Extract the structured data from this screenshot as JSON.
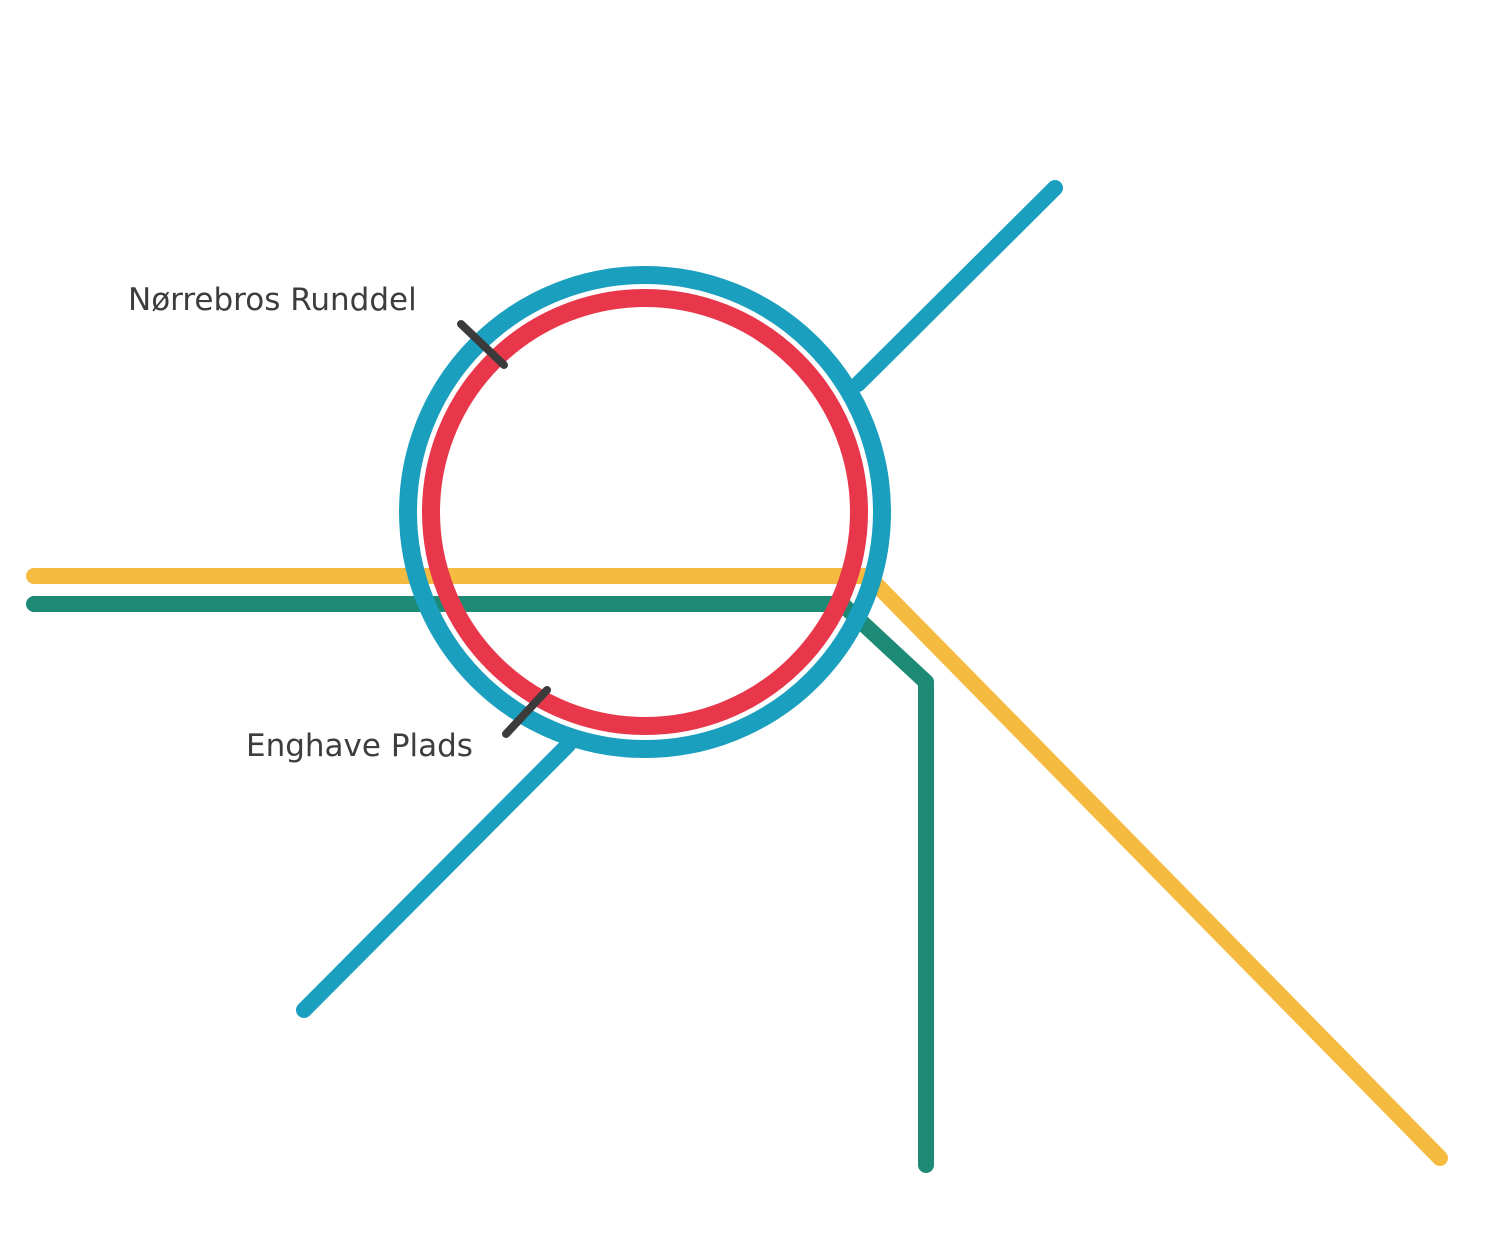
{
  "map": {
    "stations": [
      {
        "id": "norrebros-runddel",
        "label": "Nørrebros Runddel"
      },
      {
        "id": "enghave-plads",
        "label": "Enghave Plads"
      }
    ],
    "colors": {
      "yellow_line": "#f5bb40",
      "green_line": "#1c8a74",
      "blue_line": "#1a9fbe",
      "red_ring": "#e8374a",
      "station_marker": "#3b3b3b",
      "label_text": "#3d3d3d",
      "background": "#ffffff"
    }
  }
}
